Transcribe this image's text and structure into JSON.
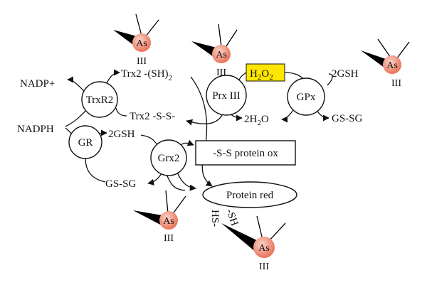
{
  "arsenic": {
    "symbol": "As",
    "oxidation_state": "III",
    "fill_color": "#e8735a",
    "highlight_color": "#fbd3c7"
  },
  "nodes": {
    "nadp_plus": "NADP+",
    "nadph": "NADPH",
    "trxr2": "TrxR2",
    "gr": "GR",
    "trx2_reduced_main": "Trx2 -(SH)",
    "trx2_reduced_sub": "2",
    "trx2_oxidized": "Trx2 -S-S-",
    "gsh_left": "2GSH",
    "gssg_left": "GS-SG",
    "grx2": "Grx2",
    "prx3": "Prx III",
    "h2o2_h": "H",
    "h2o2_sub1": "2",
    "h2o2_o": "O",
    "h2o2_sub2": "2",
    "h2o_pre": "2H",
    "h2o_sub": "2",
    "h2o_o": "O",
    "gpx": "GPx",
    "gsh_right": "2GSH",
    "gssg_right": "GS-SG",
    "protein_ox": "-S-S protein ox",
    "protein_red": "Protein red",
    "sh_1": "HS-",
    "sh_2": "-SH"
  },
  "colors": {
    "h2o2_box": "#ffe600"
  }
}
